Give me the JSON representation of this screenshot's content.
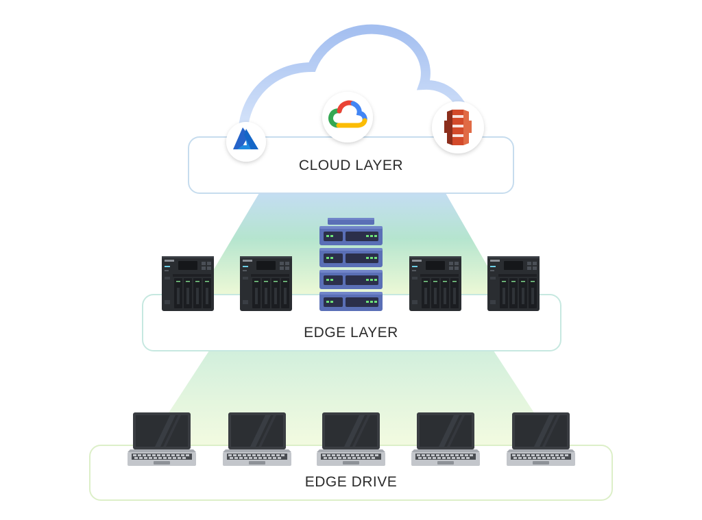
{
  "layers": {
    "cloud": {
      "label": "CLOUD LAYER",
      "border_color": "#c6dcee"
    },
    "edge": {
      "label": "EDGE LAYER",
      "border_color": "#c6e8e0"
    },
    "drive": {
      "label": "EDGE DRIVE",
      "border_color": "#dcefc8"
    }
  },
  "cloud": {
    "providers": [
      {
        "name": "azure-logo",
        "color": "#1e6fc8"
      },
      {
        "name": "google-cloud-logo",
        "colors": [
          "#ea4335",
          "#4285f4",
          "#34a853",
          "#fbbc05"
        ]
      },
      {
        "name": "aws-s3-logo",
        "color": "#d34a2a"
      }
    ]
  },
  "edge": {
    "devices": [
      "nas-device",
      "nas-device",
      "rack-server",
      "nas-device",
      "nas-device"
    ]
  },
  "drive": {
    "devices": [
      "laptop",
      "laptop",
      "laptop",
      "laptop",
      "laptop"
    ]
  },
  "colors": {
    "cloud_outline": "#a9c3f2",
    "beam_top": "#b9d7f0",
    "beam_mid": "#a8e0c6",
    "beam_bottom": "#e3f6c8",
    "server_blue": "#5a6fb6",
    "nas_body": "#2a2d31",
    "laptop_screen": "#2c2f33",
    "laptop_base": "#b9bcc2"
  }
}
